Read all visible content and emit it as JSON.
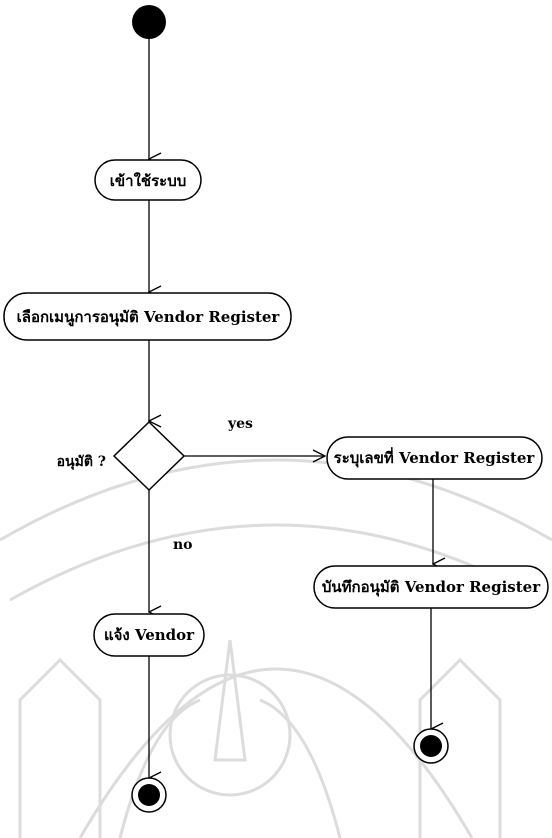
{
  "diagram": {
    "nodes": {
      "login": "เข้าใช้ระบบ",
      "select_menu": "เลือกเมนูการอนุมัติ Vendor Register",
      "decision": "อนุมัติ ?",
      "specify_number": "ระบุเลขที่ Vendor Register",
      "save_approval": "บันทึกอนุมัติ Vendor Register",
      "notify_vendor": "แจ้ง Vendor"
    },
    "edges": {
      "yes": "yes",
      "no": "no"
    }
  },
  "colors": {
    "ink": "#000000",
    "watermark": "#d9d9d9"
  }
}
